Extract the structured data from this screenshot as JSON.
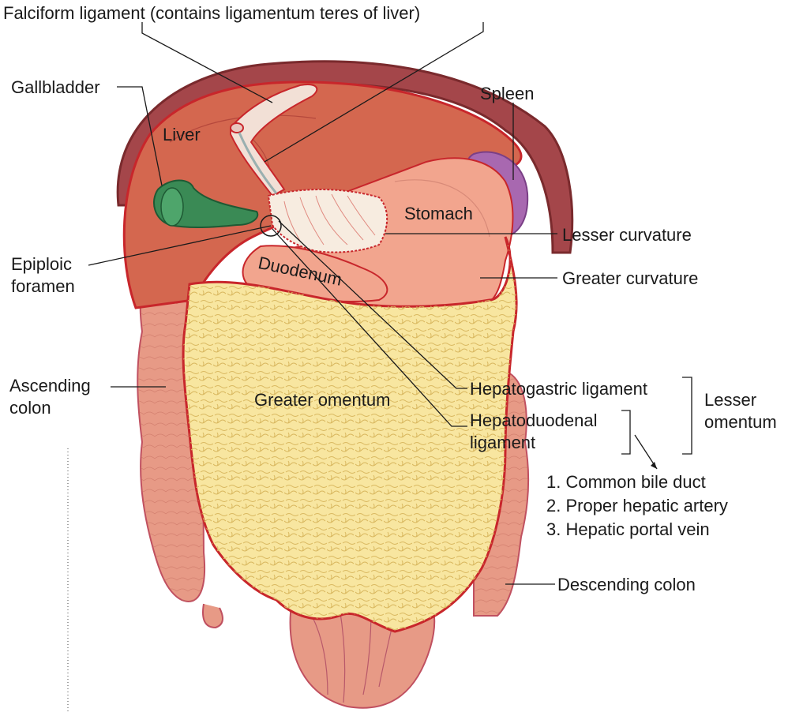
{
  "labels": {
    "falciform": "Falciform ligament (contains ligamentum teres of liver)",
    "gallbladder": "Gallbladder",
    "spleen": "Spleen",
    "liver": "Liver",
    "stomach": "Stomach",
    "lesser_curvature": "Lesser curvature",
    "epiploic_line1": "Epiploic",
    "epiploic_line2": "foramen",
    "duodenum": "Duodenum",
    "greater_curvature": "Greater curvature",
    "ascending_line1": "Ascending",
    "ascending_line2": "colon",
    "greater_omentum": "Greater omentum",
    "hepatogastric": "Hepatogastric ligament",
    "hepatoduodenal_line1": "Hepatoduodenal",
    "hepatoduodenal_line2": "ligament",
    "lesser_omentum_line1": "Lesser",
    "lesser_omentum_line2": "omentum",
    "descending_colon": "Descending colon"
  },
  "contents_list": [
    "1. Common bile duct",
    "2. Proper hepatic artery",
    "3. Hepatic portal vein"
  ],
  "colors": {
    "liver": "#d4674f",
    "liver_dark": "#8c3a38",
    "gallbladder": "#3a8a55",
    "stomach": "#f2a58e",
    "spleen": "#a868b0",
    "omentum": "#f8e6a0",
    "colon": "#e79a86",
    "outline": "#c8262b"
  }
}
